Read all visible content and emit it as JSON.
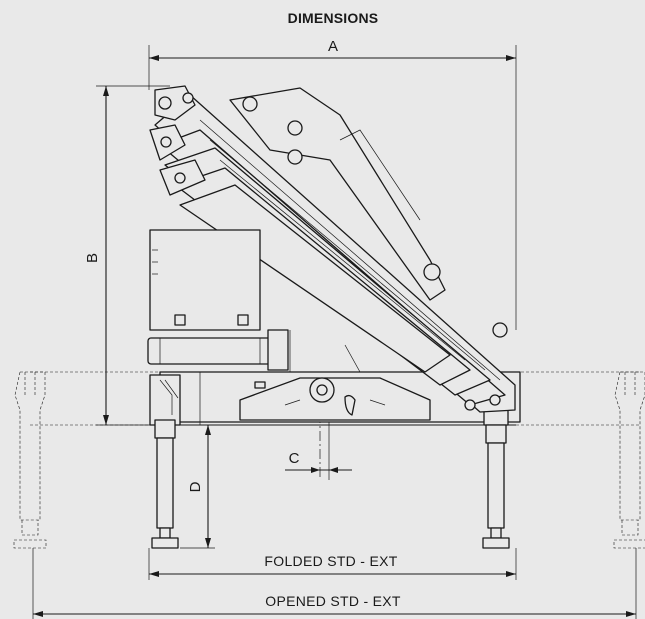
{
  "title": "DIMENSIONS",
  "dimensions": {
    "a": "A",
    "b": "B",
    "c": "C",
    "d": "D",
    "folded": "FOLDED  STD - EXT",
    "opened": "OPENED  STD - EXT"
  }
}
